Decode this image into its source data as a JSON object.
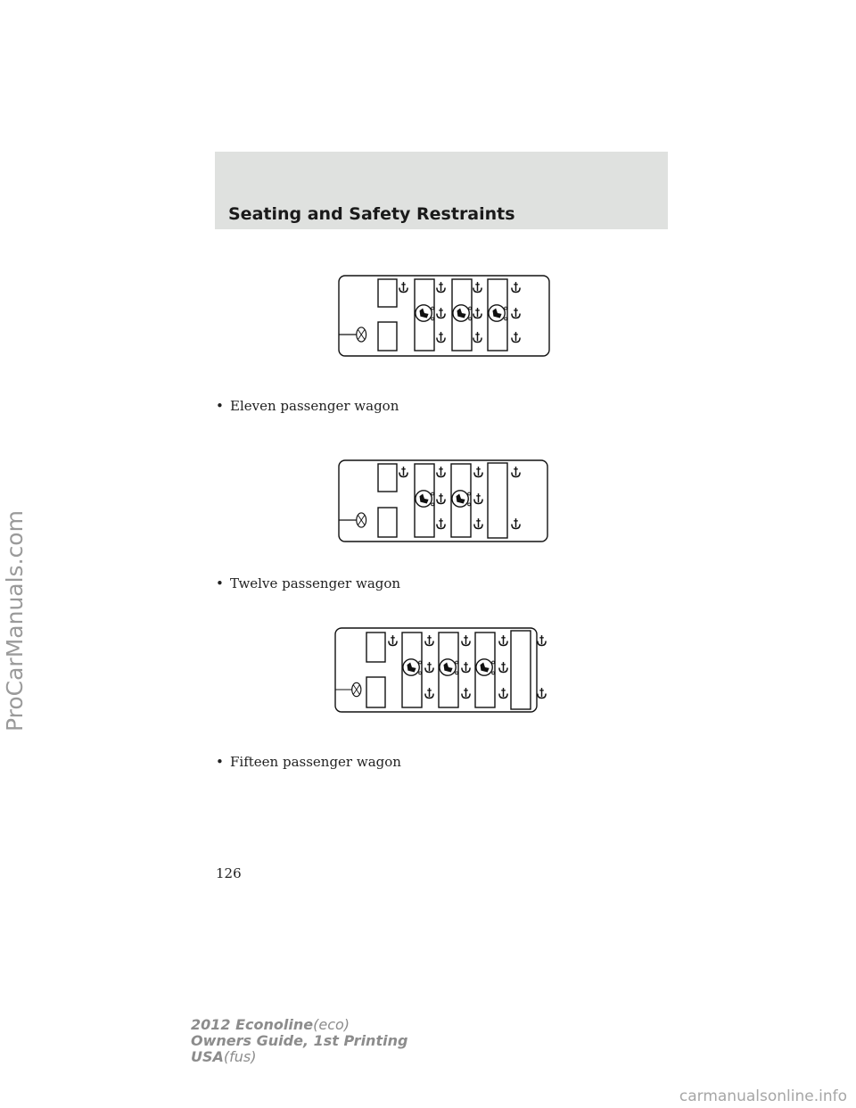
{
  "header": {
    "section_title": "Seating and Safety Restraints"
  },
  "captions": [
    {
      "bullet": "•",
      "text": "Eleven passenger wagon"
    },
    {
      "bullet": "•",
      "text": "Twelve passenger wagon"
    },
    {
      "bullet": "•",
      "text": "Fifteen passenger wagon"
    }
  ],
  "page_number": "126",
  "footer": {
    "line1_bold": "2012 Econoline",
    "line1_code": "(eco)",
    "line2": "Owners Guide, 1st Printing",
    "line3_bold": "USA",
    "line3_code": "(fus)"
  },
  "watermarks": {
    "side": "ProCarManuals.com",
    "bottom": "carmanualsonline.info"
  },
  "icons": [
    "anchor-icon",
    "child-seat-icon",
    "steering-wheel-icon"
  ]
}
